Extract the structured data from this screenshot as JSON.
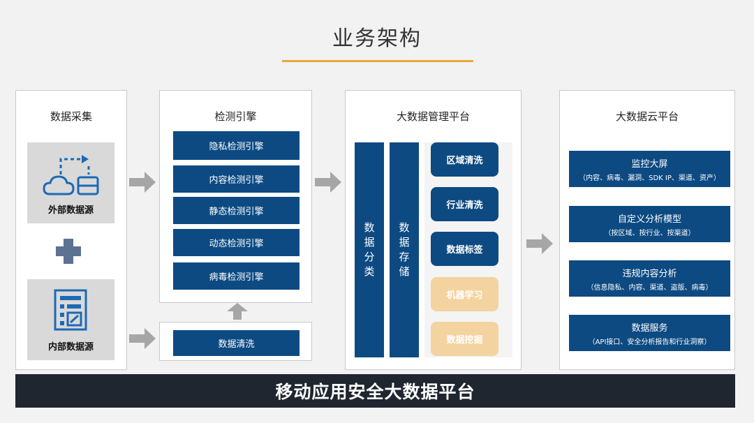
{
  "title": "业务架构",
  "collect": {
    "title": "数据采集",
    "external": "外部数据源",
    "internal": "内部数据源"
  },
  "engine": {
    "title": "检测引擎",
    "items": [
      "隐私检测引擎",
      "内容检测引擎",
      "静态检测引擎",
      "动态检测引擎",
      "病毒检测引擎"
    ],
    "cleaning": "数据清洗"
  },
  "bigdata": {
    "title": "大数据管理平台",
    "col1": "数\n据\n分\n类",
    "col2": "数\n据\n存\n储",
    "pills": [
      {
        "label": "区域清洗",
        "style": "blue"
      },
      {
        "label": "行业清洗",
        "style": "blue"
      },
      {
        "label": "数据标签",
        "style": "blue"
      },
      {
        "label": "机器学习",
        "style": "tan"
      },
      {
        "label": "数据挖掘",
        "style": "tan"
      }
    ]
  },
  "cloud": {
    "title": "大数据云平台",
    "items": [
      {
        "title": "监控大屏",
        "sub": "（内容、病毒、漏洞、SDK IP、渠道、资产）"
      },
      {
        "title": "自定义分析模型",
        "sub": "（按区域、按行业、按渠道）"
      },
      {
        "title": "违规内容分析",
        "sub": "（信息隐私、内容、渠道、盗版、病毒）"
      },
      {
        "title": "数据服务",
        "sub": "（API接口、安全分析报告和行业洞察）"
      }
    ]
  },
  "footer": "移动应用安全大数据平台",
  "colors": {
    "primary": "#0d4a82",
    "accent_tan": "#f3d3a0",
    "title_underline": "#e9a93a",
    "footer_bg": "#1f2630",
    "arrow": "#a6a6a6"
  }
}
